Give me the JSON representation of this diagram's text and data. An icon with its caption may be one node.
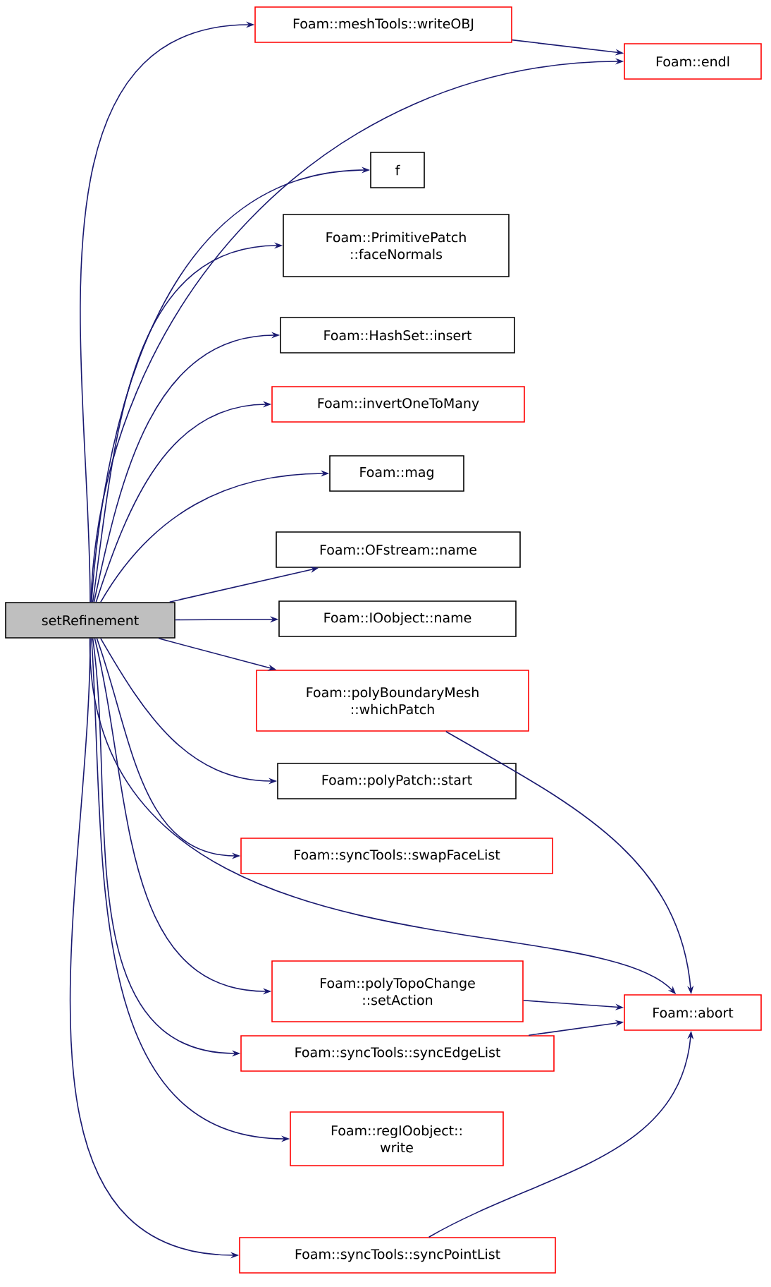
{
  "diagram": {
    "nodes": [
      {
        "text": [
          "setRefinement"
        ]
      },
      {
        "text": [
          "Foam::meshTools::writeOBJ"
        ]
      },
      {
        "text": [
          "Foam::endl"
        ]
      },
      {
        "text": [
          "f"
        ]
      },
      {
        "text": [
          "Foam::PrimitivePatch ::faceNormals"
        ]
      },
      {
        "text": [
          "Foam::HashSet::insert"
        ]
      },
      {
        "text": [
          "Foam::invertOneToMany"
        ]
      },
      {
        "text": [
          "Foam::mag"
        ]
      },
      {
        "text": [
          "Foam::OFstream::name"
        ]
      },
      {
        "text": [
          "Foam::IOobject::name"
        ]
      },
      {
        "text": [
          "Foam::polyBoundaryMesh ::whichPatch"
        ]
      },
      {
        "text": [
          "Foam::polyPatch::start"
        ]
      },
      {
        "text": [
          "Foam::syncTools::swapFaceList"
        ]
      },
      {
        "text": [
          "Foam::abort"
        ]
      },
      {
        "text": [
          "Foam::polyTopoChange ::setAction"
        ]
      },
      {
        "text": [
          "Foam::syncTools::syncEdgeList"
        ]
      },
      {
        "text": [
          "Foam::regIOobject:: write"
        ]
      },
      {
        "text": [
          "Foam::syncTools::syncPointList"
        ]
      }
    ],
    "edges": [
      {
        "from": 0,
        "to": 1,
        "arrow": "to"
      },
      {
        "from": 0,
        "to": 2,
        "arrow": "to"
      },
      {
        "from": 1,
        "to": 2,
        "arrow": "to"
      },
      {
        "from": 0,
        "to": 3,
        "arrow": "to"
      },
      {
        "from": 0,
        "to": 4,
        "arrow": "to"
      },
      {
        "from": 0,
        "to": 5,
        "arrow": "to"
      },
      {
        "from": 0,
        "to": 6,
        "arrow": "to"
      },
      {
        "from": 0,
        "to": 7,
        "arrow": "to"
      },
      {
        "from": 0,
        "to": 8,
        "arrow": "to"
      },
      {
        "from": 0,
        "to": 9,
        "arrow": "to"
      },
      {
        "from": 0,
        "to": 10,
        "arrow": "to"
      },
      {
        "from": 0,
        "to": 11,
        "arrow": "to"
      },
      {
        "from": 0,
        "to": 12,
        "arrow": "to"
      },
      {
        "from": 0,
        "to": 13,
        "arrow": "to"
      },
      {
        "from": 0,
        "to": 14,
        "arrow": "to"
      },
      {
        "from": 0,
        "to": 15,
        "arrow": "to"
      },
      {
        "from": 0,
        "to": 16,
        "arrow": "to"
      },
      {
        "from": 0,
        "to": 17,
        "arrow": "to"
      },
      {
        "from": 10,
        "to": 13,
        "arrow": "to"
      },
      {
        "from": 14,
        "to": 13,
        "arrow": "to"
      },
      {
        "from": 15,
        "to": 13,
        "arrow": "to"
      },
      {
        "from": 17,
        "to": 13,
        "arrow": "to"
      }
    ]
  }
}
